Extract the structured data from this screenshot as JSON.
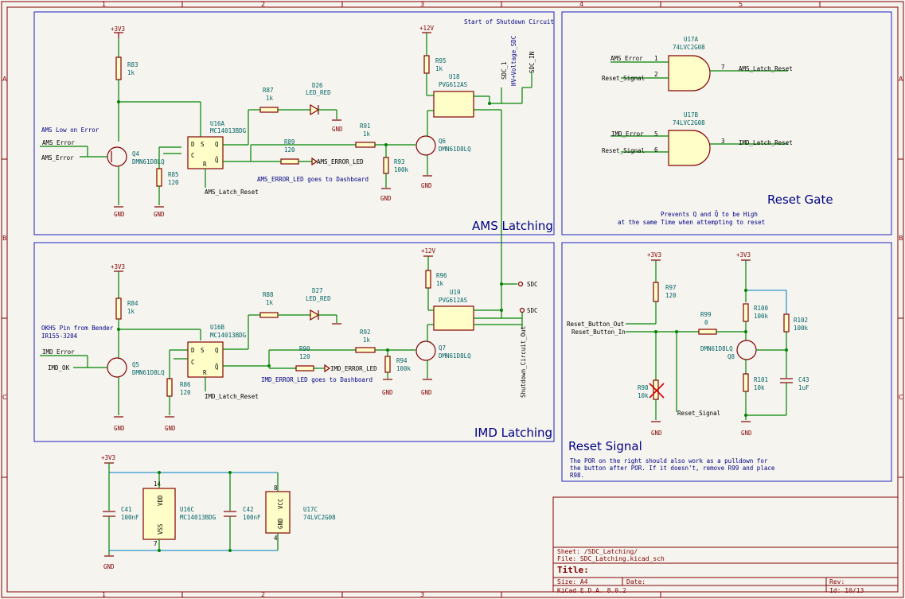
{
  "frame": {
    "columns": [
      "1",
      "2",
      "3",
      "4",
      "5"
    ],
    "rows": [
      "A",
      "B",
      "C"
    ]
  },
  "sections": {
    "ams": "AMS Latching",
    "imd": "IMD Latching",
    "reset_gate": "Reset Gate",
    "reset_signal": "Reset Signal"
  },
  "notes": {
    "start_sdc": "Start of Shutdown Circuit",
    "ams_low": "AMS Low on Error",
    "ams_err_led": "AMS_ERROR_LED goes to Dashboard",
    "imd_ok_1": "OKHS Pin from Bender",
    "imd_ok_2": "IR155-3204",
    "imd_err_led": "IMD_ERROR_LED goes to Dashboard",
    "gate_1": "Prevents Q and Q̄ to be High",
    "gate_2": "at the same Time when attempting to reset",
    "reset_1": "The POR on the right should also work as a pulldown for",
    "reset_2": "the button after POR. If it doesn't, remove R99 and place",
    "reset_3": "R98."
  },
  "power": {
    "v33": "+3V3",
    "v12": "+12V",
    "gnd": "GND"
  },
  "ams": {
    "r83_ref": "R83",
    "r83_val": "1k",
    "q4_ref": "Q4",
    "q4_val": "DMN61D8LQ",
    "r85_ref": "R85",
    "r85_val": "120",
    "u16a_ref": "U16A",
    "u16a_val": "MC14013BDG",
    "r87_ref": "R87",
    "r87_val": "1k",
    "d26_ref": "D26",
    "d26_val": "LED_RED",
    "r89_ref": "R89",
    "r89_val": "120",
    "r91_ref": "R91",
    "r91_val": "1k",
    "r93_ref": "R93",
    "r93_val": "100k",
    "q6_ref": "Q6",
    "q6_val": "DMN61D8LQ",
    "r95_ref": "R95",
    "r95_val": "1k",
    "u18_ref": "U18",
    "u18_val": "PVG612AS",
    "net_err": "AMS_Error",
    "net_err2": "AMS_Error",
    "net_latch": "AMS_Latch_Reset",
    "net_led": "AMS_ERROR_LED",
    "net_sdc1": "SDC_1",
    "net_sdc_in": "SDC_IN",
    "net_hv": "HV+Voltage_SDC",
    "pin_d": "D",
    "pin_s": "S",
    "pin_c": "C",
    "pin_r": "R",
    "pin_q": "Q",
    "pin_qb": "Q̄"
  },
  "imd": {
    "r84_ref": "R84",
    "r84_val": "1k",
    "q5_ref": "Q5",
    "q5_val": "DMN61D8LQ",
    "r86_ref": "R86",
    "r86_val": "120",
    "u16b_ref": "U16B",
    "u16b_val": "MC14013BDG",
    "r88_ref": "R88",
    "r88_val": "1k",
    "d27_ref": "D27",
    "d27_val": "LED_RED",
    "r90_ref": "R90",
    "r90_val": "120",
    "r92_ref": "R92",
    "r92_val": "1k",
    "r94_ref": "R94",
    "r94_val": "100k",
    "q7_ref": "Q7",
    "q7_val": "DMN61D8LQ",
    "r96_ref": "R96",
    "r96_val": "1k",
    "u19_ref": "U19",
    "u19_val": "PVG612AS",
    "net_err": "IMD_Error",
    "net_ok": "IMD_OK",
    "net_latch": "IMD_Latch_Reset",
    "net_led": "IMD_ERROR_LED",
    "net_sdc_a": "SDC",
    "net_sdc_b": "SDC",
    "net_sdc_out": "Shutdown_Circuit_Out"
  },
  "gate": {
    "u17a_ref": "U17A",
    "u17a_val": "74LVC2G08",
    "u17b_ref": "U17B",
    "u17b_val": "74LVC2G08",
    "in_a1": "AMS_Error",
    "in_a2": "Reset_Signal",
    "out_a": "AMS_Latch_Reset",
    "in_b1": "IMD_Error",
    "in_b2": "Reset_Signal",
    "out_b": "IMD_Latch_Reset",
    "pin_1": "1",
    "pin_2": "2",
    "pin_7": "7",
    "pin_5": "5",
    "pin_6": "6",
    "pin_3": "3"
  },
  "reset": {
    "r97_ref": "R97",
    "r97_val": "120",
    "r99_ref": "R99",
    "r99_val": "0",
    "r98_ref": "R98",
    "r98_val": "10k",
    "r100_ref": "R100",
    "r100_val": "100k",
    "r102_ref": "R102",
    "r102_val": "100k",
    "r101_ref": "R101",
    "r101_val": "10k",
    "q8_ref": "Q8",
    "q8_val": "DMN61D8LQ",
    "c43_ref": "C43",
    "c43_val": "1uF",
    "net_out": "Reset_Button_Out",
    "net_in": "Reset_Button_In",
    "net_sig": "Reset_Signal"
  },
  "supply": {
    "c41_ref": "C41",
    "c41_val": "100nF",
    "u16c_ref": "U16C",
    "u16c_val": "MC14013BDG",
    "c42_ref": "C42",
    "c42_val": "100nF",
    "u17c_ref": "U17C",
    "u17c_val": "74LVC2G08",
    "vdd": "VDD",
    "vss": "VSS",
    "gndpin": "GND",
    "vccpin": "VCC",
    "pin14": "14",
    "pin7": "7",
    "pin8": "8",
    "pin4": "4"
  },
  "titleblock": {
    "sheet": "Sheet: /SDC_Latching/",
    "file": "File: SDC_Latching.kicad_sch",
    "title": "Title:",
    "size": "Size: A4",
    "date": "Date:",
    "rev": "Rev:",
    "tool": "KiCad E.D.A. 8.0.2",
    "id": "Id: 10/13"
  }
}
